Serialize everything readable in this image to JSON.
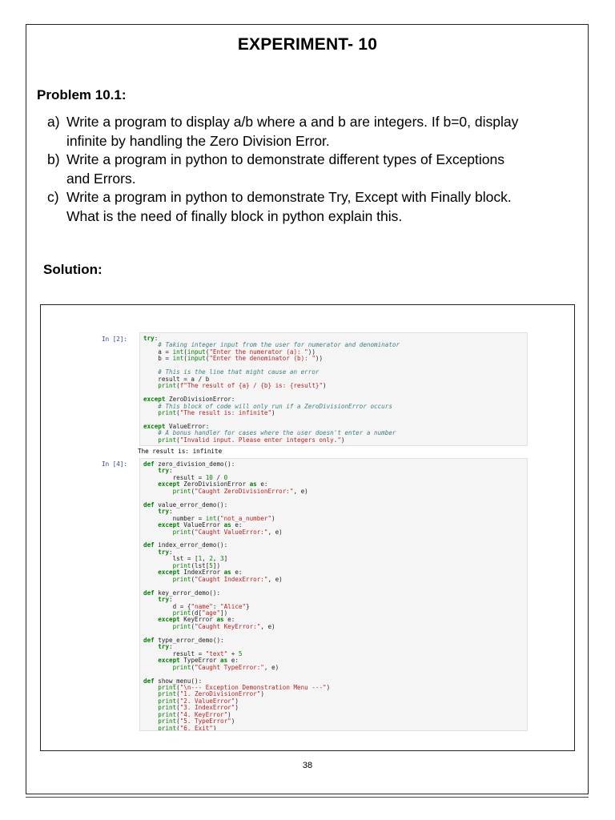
{
  "title": "EXPERIMENT- 10",
  "problem_heading": "Problem 10.1:",
  "questions": [
    {
      "letter": "a)",
      "lines": [
        "Write a program to display a/b where a and b are integers. If b=0, display",
        "infinite by handling the Zero Division Error."
      ]
    },
    {
      "letter": "b)",
      "lines": [
        "Write a program in python to demonstrate different types of Exceptions",
        "and Errors."
      ]
    },
    {
      "letter": "c)",
      "lines": [
        "Write a program in python to demonstrate Try, Except with Finally block.",
        "What is the need of finally block in python explain this."
      ]
    }
  ],
  "solution_heading": "Solution:",
  "notebook": {
    "cell1": {
      "prompt": "In [2]:",
      "code_lines": [
        "try:",
        "    # Taking integer input from the user for numerator and denominator",
        "    a = int(input(\"Enter the numerator (a): \"))",
        "    b = int(input(\"Enter the denominator (b): \"))",
        "",
        "    # This is the line that might cause an error",
        "    result = a / b",
        "    print(f\"The result of {a} / {b} is: {result}\")",
        "",
        "except ZeroDivisionError:",
        "    # This block of code will only run if a ZeroDivisionError occurs",
        "    print(\"The result is: infinite\")",
        "",
        "except ValueError:",
        "    # A bonus handler for cases where the user doesn't enter a number",
        "    print(\"Invalid input. Please enter integers only.\")"
      ],
      "output": "The result is: infinite"
    },
    "cell2": {
      "prompt": "In [4]:",
      "code_lines": [
        "def zero_division_demo():",
        "    try:",
        "        result = 10 / 0",
        "    except ZeroDivisionError as e:",
        "        print(\"Caught ZeroDivisionError:\", e)",
        "",
        "def value_error_demo():",
        "    try:",
        "        number = int(\"not_a_number\")",
        "    except ValueError as e:",
        "        print(\"Caught ValueError:\", e)",
        "",
        "def index_error_demo():",
        "    try:",
        "        lst = [1, 2, 3]",
        "        print(lst[5])",
        "    except IndexError as e:",
        "        print(\"Caught IndexError:\", e)",
        "",
        "def key_error_demo():",
        "    try:",
        "        d = {\"name\": \"Alice\"}",
        "        print(d[\"age\"])",
        "    except KeyError as e:",
        "        print(\"Caught KeyError:\", e)",
        "",
        "def type_error_demo():",
        "    try:",
        "        result = \"text\" + 5",
        "    except TypeError as e:",
        "        print(\"Caught TypeError:\", e)",
        "",
        "def show_menu():",
        "    print(\"\\n--- Exception Demonstration Menu ---\")",
        "    print(\"1. ZeroDivisionError\")",
        "    print(\"2. ValueError\")",
        "    print(\"3. IndexError\")",
        "    print(\"4. KeyError\")",
        "    print(\"5. TypeError\")",
        "    print(\"6. Exit\")"
      ]
    }
  },
  "page_number": "38"
}
